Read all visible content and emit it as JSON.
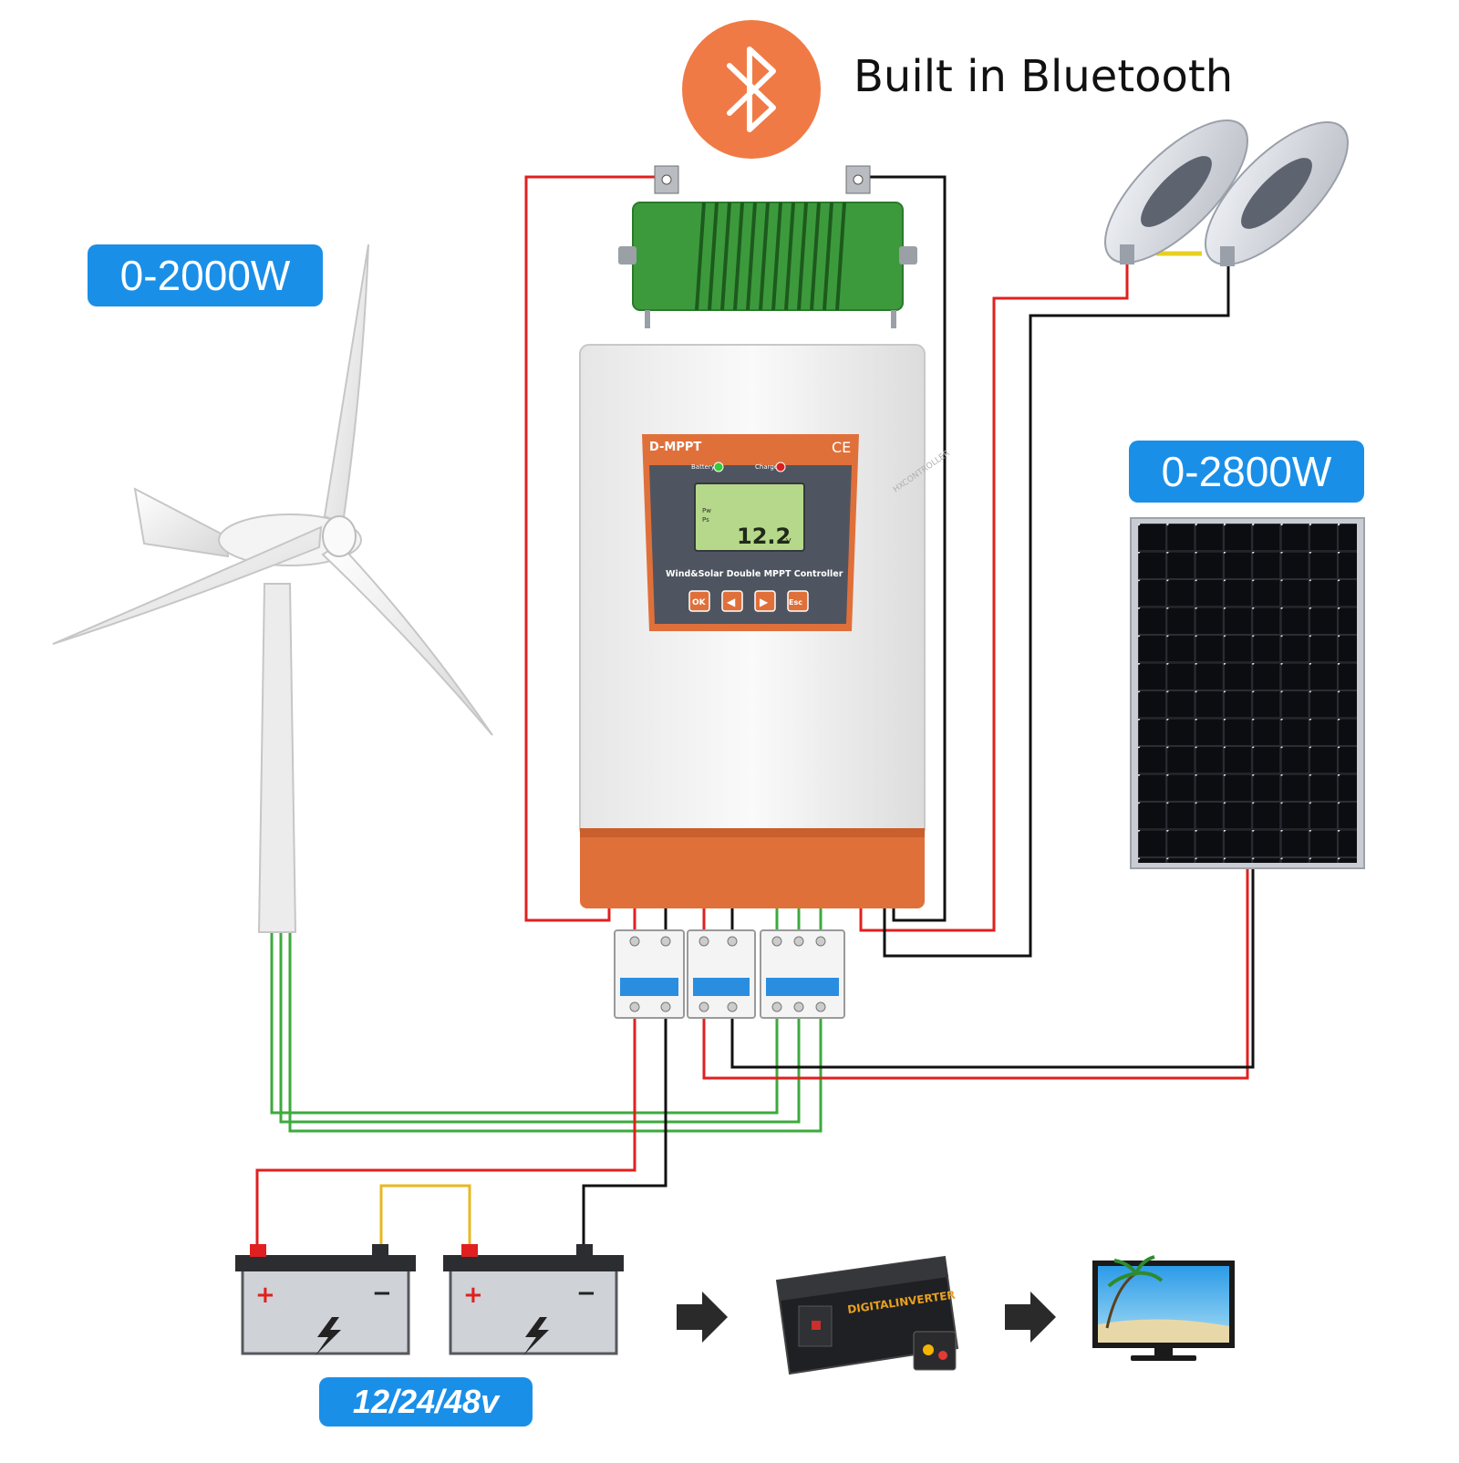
{
  "header": {
    "bluetooth_label": "Built in Bluetooth"
  },
  "badges": {
    "wind_power": "0-2000W",
    "solar_power": "0-2800W",
    "battery_voltage": "12/24/48v"
  },
  "controller": {
    "brand": "D-MPPT",
    "ce_mark": "CE",
    "indicator_battery": "Battery",
    "indicator_charge": "Charge",
    "lcd_reading": "12.2",
    "lcd_unit": "V",
    "lcd_label_pw": "Pw",
    "lcd_label_ps": "Ps",
    "model_label": "Wind&Solar Double MPPT  Controller",
    "buttons": [
      "OK",
      "◀",
      "▶",
      "Esc"
    ]
  },
  "inverter": {
    "label": "DIGITALINVERTER"
  },
  "battery": {
    "plus": "+",
    "minus": "−"
  },
  "watermark": "HXCONTROLLER",
  "colors": {
    "accent_blue": "#1a8fe8",
    "bluetooth_orange": "#f07a45",
    "controller_orange": "#e0703a",
    "wire_red": "#e02020",
    "wire_black": "#111111",
    "wire_green": "#3caa3c",
    "wire_yellow": "#e8b820",
    "lcd_green": "#b6d88a",
    "resistor_green": "#3c9a3c"
  }
}
